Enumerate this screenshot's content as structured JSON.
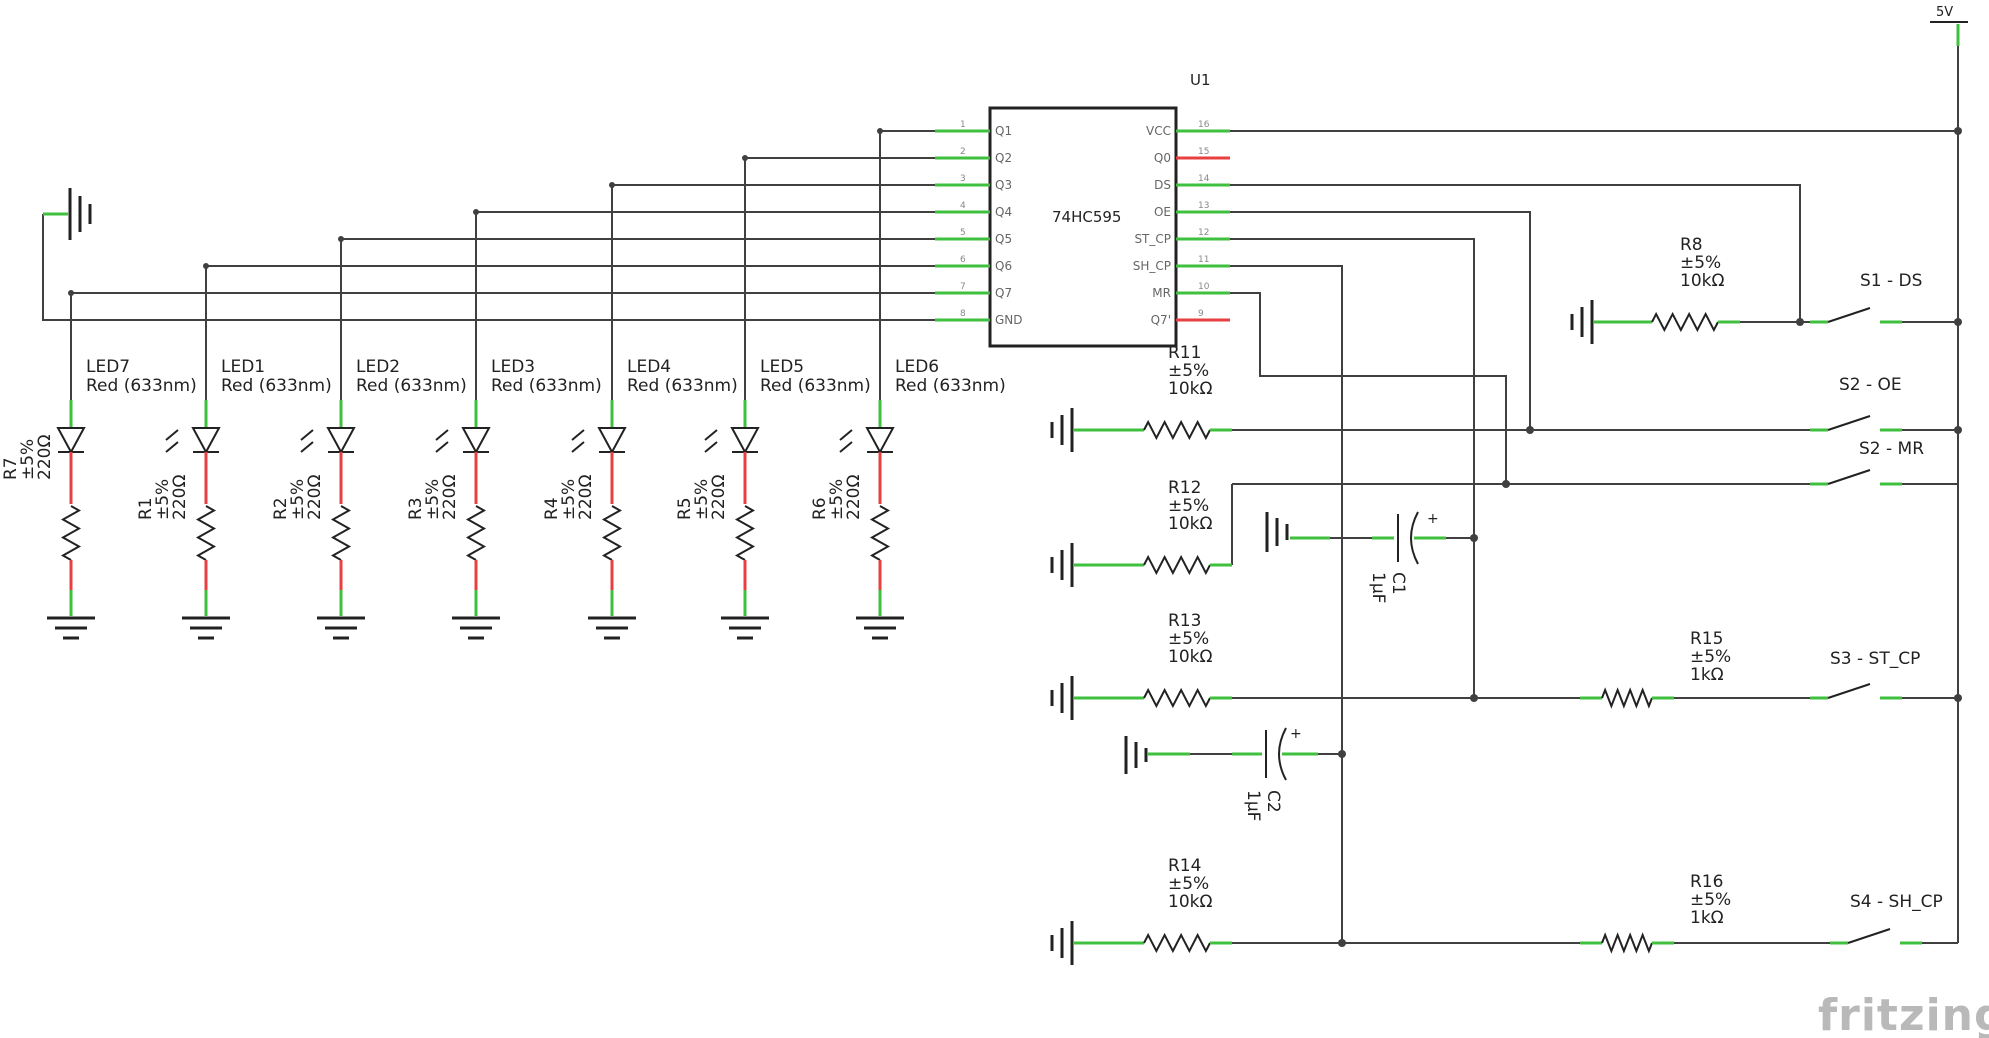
{
  "chip": {
    "ref": "U1",
    "name": "74HC595"
  },
  "chip_pins_left": [
    {
      "num": "1",
      "name": "Q1"
    },
    {
      "num": "2",
      "name": "Q2"
    },
    {
      "num": "3",
      "name": "Q3"
    },
    {
      "num": "4",
      "name": "Q4"
    },
    {
      "num": "5",
      "name": "Q5"
    },
    {
      "num": "6",
      "name": "Q6"
    },
    {
      "num": "7",
      "name": "Q7"
    },
    {
      "num": "8",
      "name": "GND"
    }
  ],
  "chip_pins_right": [
    {
      "num": "16",
      "name": "VCC"
    },
    {
      "num": "15",
      "name": "Q0"
    },
    {
      "num": "14",
      "name": "DS"
    },
    {
      "num": "13",
      "name": "OE"
    },
    {
      "num": "12",
      "name": "ST_CP"
    },
    {
      "num": "11",
      "name": "SH_CP"
    },
    {
      "num": "10",
      "name": "MR"
    },
    {
      "num": "9",
      "name": "Q7'"
    }
  ],
  "power": {
    "label": "5V"
  },
  "leds": [
    {
      "name": "LED7",
      "color": "Red (633nm)"
    },
    {
      "name": "LED1",
      "color": "Red (633nm)"
    },
    {
      "name": "LED2",
      "color": "Red (633nm)"
    },
    {
      "name": "LED3",
      "color": "Red (633nm)"
    },
    {
      "name": "LED4",
      "color": "Red (633nm)"
    },
    {
      "name": "LED5",
      "color": "Red (633nm)"
    },
    {
      "name": "LED6",
      "color": "Red (633nm)"
    }
  ],
  "led_resistors": [
    {
      "name": "R7",
      "tol": "±5%",
      "value": "220Ω"
    },
    {
      "name": "R1",
      "tol": "±5%",
      "value": "220Ω"
    },
    {
      "name": "R2",
      "tol": "±5%",
      "value": "220Ω"
    },
    {
      "name": "R3",
      "tol": "±5%",
      "value": "220Ω"
    },
    {
      "name": "R4",
      "tol": "±5%",
      "value": "220Ω"
    },
    {
      "name": "R5",
      "tol": "±5%",
      "value": "220Ω"
    },
    {
      "name": "R6",
      "tol": "±5%",
      "value": "220Ω"
    }
  ],
  "resistors": {
    "r8": {
      "name": "R8",
      "tol": "±5%",
      "value": "10kΩ"
    },
    "r11": {
      "name": "R11",
      "tol": "±5%",
      "value": "10kΩ"
    },
    "r12": {
      "name": "R12",
      "tol": "±5%",
      "value": "10kΩ"
    },
    "r13": {
      "name": "R13",
      "tol": "±5%",
      "value": "10kΩ"
    },
    "r14": {
      "name": "R14",
      "tol": "±5%",
      "value": "10kΩ"
    },
    "r15": {
      "name": "R15",
      "tol": "±5%",
      "value": "1kΩ"
    },
    "r16": {
      "name": "R16",
      "tol": "±5%",
      "value": "1kΩ"
    }
  },
  "capacitors": {
    "c1": {
      "name": "C1",
      "value": "1µF"
    },
    "c2": {
      "name": "C2",
      "value": "1µF"
    }
  },
  "switches": {
    "s1": "S1 - DS",
    "s2oe": "S2 - OE",
    "s2mr": "S2 - MR",
    "s3": "S3 - ST_CP",
    "s4": "S4 - SH_CP"
  },
  "watermark": "fritzing",
  "colors": {
    "wire": "#404040",
    "pin_ok": "#3fc03f",
    "pin_unconnected": "#e84040"
  }
}
